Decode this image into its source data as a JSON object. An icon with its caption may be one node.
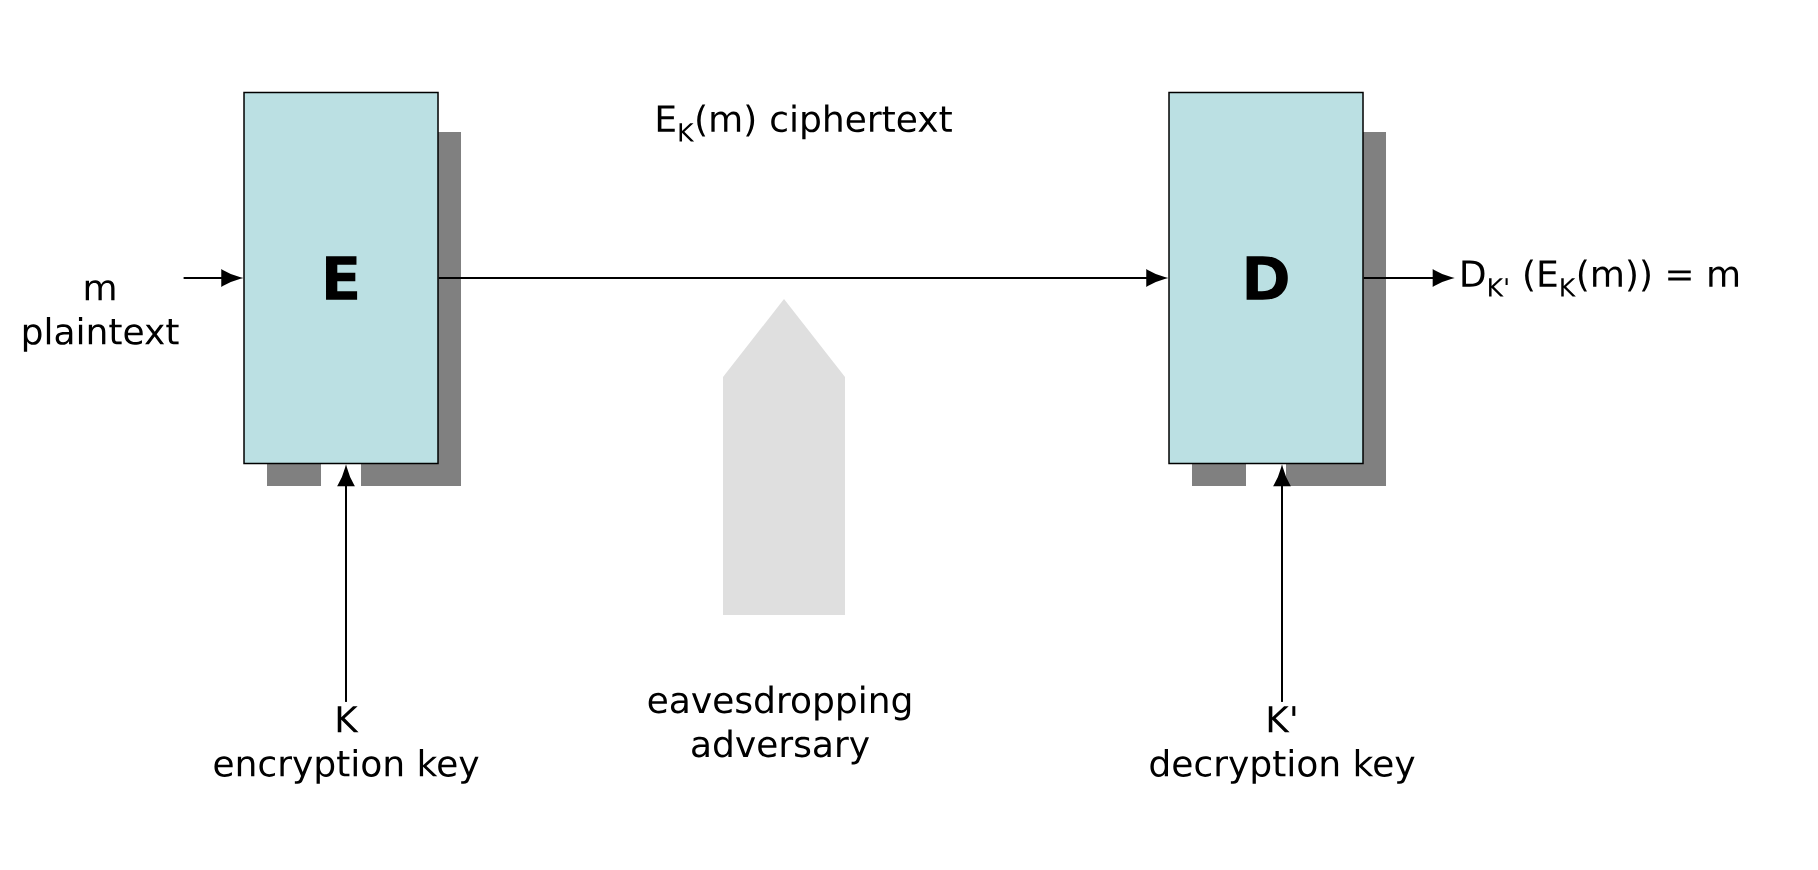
{
  "diagram": {
    "nodes": [
      {
        "text": [
          "m",
          "plaintext"
        ]
      },
      {
        "text": [
          "E"
        ]
      },
      {
        "text": [
          "D"
        ]
      },
      {
        "text": [
          "D$_{K'}$ (E$_{K}$(m)) = m"
        ]
      },
      {
        "text": [
          "K",
          "encryption key"
        ]
      },
      {
        "text": [
          "K'",
          "decryption key"
        ]
      }
    ],
    "edges": [
      {
        "from": 0,
        "to": 1,
        "arrow": "to"
      },
      {
        "from": 1,
        "to": 2,
        "arrow": "to",
        "label": "E$_{K}$(m) ciphertext"
      },
      {
        "from": 2,
        "to": 3,
        "arrow": "to"
      },
      {
        "from": 4,
        "to": 1,
        "arrow": "to"
      },
      {
        "from": 5,
        "to": 2,
        "arrow": "to"
      }
    ],
    "labels": [
      "eavesdropping adversary"
    ]
  }
}
